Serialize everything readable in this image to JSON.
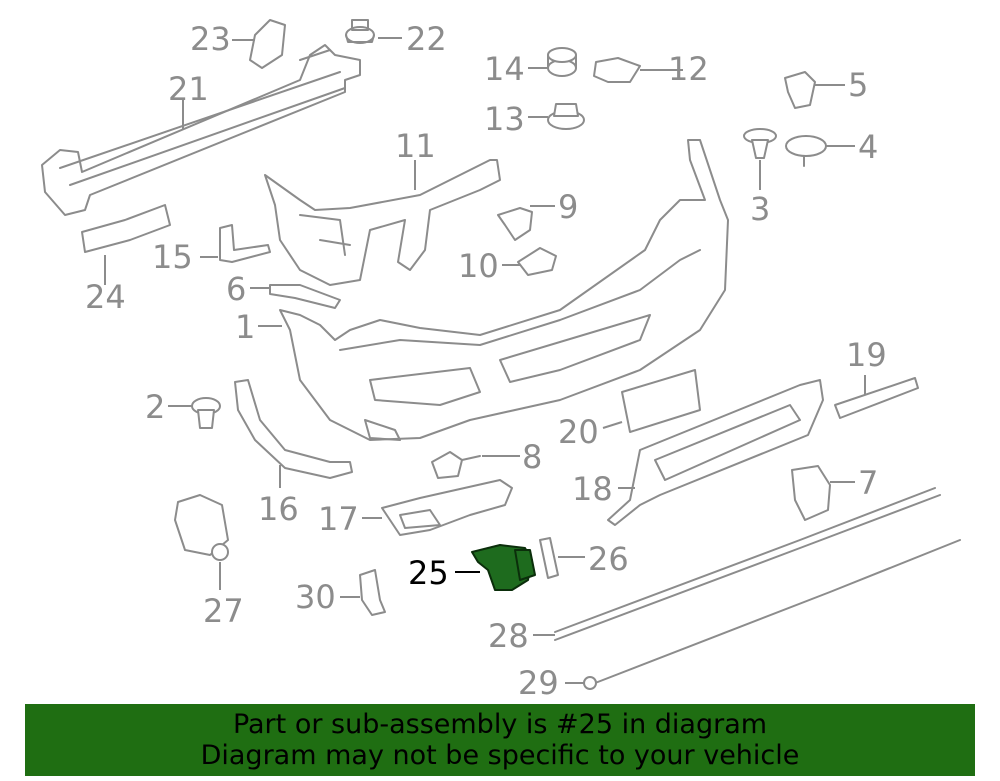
{
  "diagram": {
    "highlight_color": "#1e6b1e",
    "callouts": [
      {
        "id": "1",
        "label": "1"
      },
      {
        "id": "2",
        "label": "2"
      },
      {
        "id": "3",
        "label": "3"
      },
      {
        "id": "4",
        "label": "4"
      },
      {
        "id": "5",
        "label": "5"
      },
      {
        "id": "6",
        "label": "6"
      },
      {
        "id": "7",
        "label": "7"
      },
      {
        "id": "8",
        "label": "8"
      },
      {
        "id": "9",
        "label": "9"
      },
      {
        "id": "10",
        "label": "10"
      },
      {
        "id": "11",
        "label": "11"
      },
      {
        "id": "12",
        "label": "12"
      },
      {
        "id": "13",
        "label": "13"
      },
      {
        "id": "14",
        "label": "14"
      },
      {
        "id": "15",
        "label": "15"
      },
      {
        "id": "16",
        "label": "16"
      },
      {
        "id": "17",
        "label": "17"
      },
      {
        "id": "18",
        "label": "18"
      },
      {
        "id": "19",
        "label": "19"
      },
      {
        "id": "20",
        "label": "20"
      },
      {
        "id": "21",
        "label": "21"
      },
      {
        "id": "22",
        "label": "22"
      },
      {
        "id": "23",
        "label": "23"
      },
      {
        "id": "24",
        "label": "24"
      },
      {
        "id": "25",
        "label": "25",
        "highlighted": true
      },
      {
        "id": "26",
        "label": "26"
      },
      {
        "id": "27",
        "label": "27"
      },
      {
        "id": "28",
        "label": "28"
      },
      {
        "id": "29",
        "label": "29"
      },
      {
        "id": "30",
        "label": "30"
      }
    ]
  },
  "banner": {
    "background": "#1f6e12",
    "line1": "Part or sub-assembly is #25 in diagram",
    "line2": "Diagram may not be specific to your vehicle"
  }
}
